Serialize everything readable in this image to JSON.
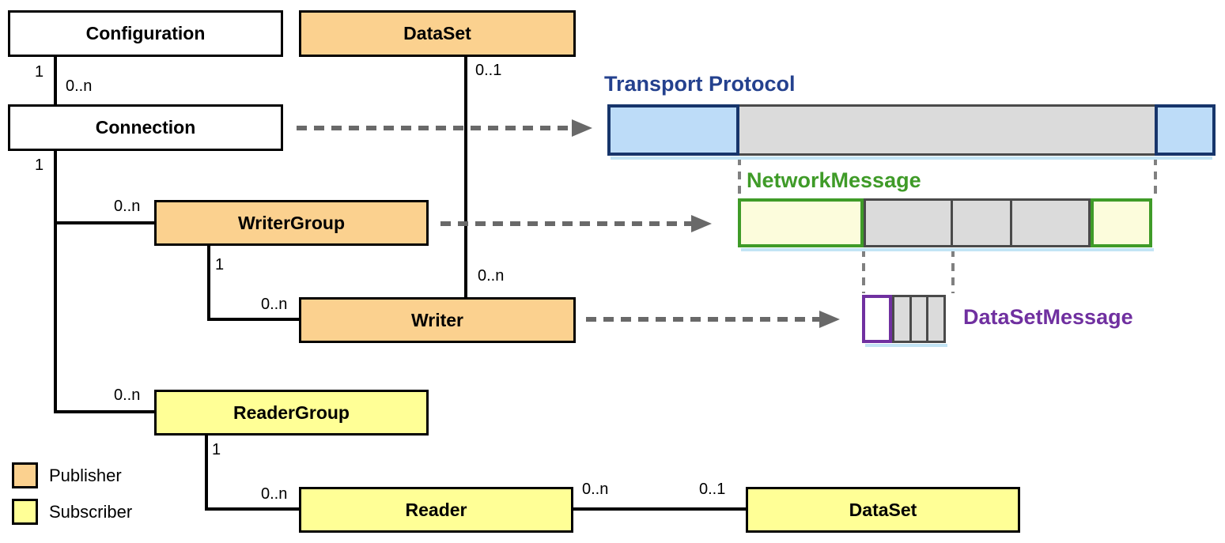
{
  "colors": {
    "publisher_fill": "#FBD18F",
    "subscriber_fill": "#FFFF96",
    "pale_yellow_fill": "#FCFCDC",
    "blue_fill": "#BDDCF8",
    "gray_fill": "#DBDBDB",
    "navy_border": "#17356B",
    "navy_text": "#24418E",
    "green": "#3F9B28",
    "purple": "#7030A0",
    "dark_gray_border": "#4A4A4A",
    "arrow_gray": "#696969",
    "connector_dash_gray": "#808080",
    "line_black": "#000000",
    "shadow_blue": "#C2E4F5"
  },
  "nodes": {
    "configuration": {
      "label": "Configuration"
    },
    "dataset_top": {
      "label": "DataSet"
    },
    "connection": {
      "label": "Connection"
    },
    "writer_group": {
      "label": "WriterGroup"
    },
    "writer": {
      "label": "Writer"
    },
    "reader_group": {
      "label": "ReaderGroup"
    },
    "reader": {
      "label": "Reader"
    },
    "dataset_bottom": {
      "label": "DataSet"
    }
  },
  "multiplicities": {
    "configuration_parent": "1",
    "connection_child": "0..n",
    "connection_parent": "1",
    "writer_group_child": "0..n",
    "writer_group_parent": "1",
    "writer_child": "0..n",
    "dataset_top_parent": "0..1",
    "writer_dataset_child": "0..n",
    "reader_group_child": "0..n",
    "reader_group_parent": "1",
    "reader_child": "0..n",
    "reader_dataset_parent": "0..n",
    "dataset_bottom_parent": "0..1"
  },
  "messages": {
    "transport": {
      "label": "Transport Protocol"
    },
    "network": {
      "label": "NetworkMessage"
    },
    "dataset_message": {
      "label": "DataSetMessage"
    }
  },
  "legend": {
    "publisher": "Publisher",
    "subscriber": "Subscriber"
  }
}
